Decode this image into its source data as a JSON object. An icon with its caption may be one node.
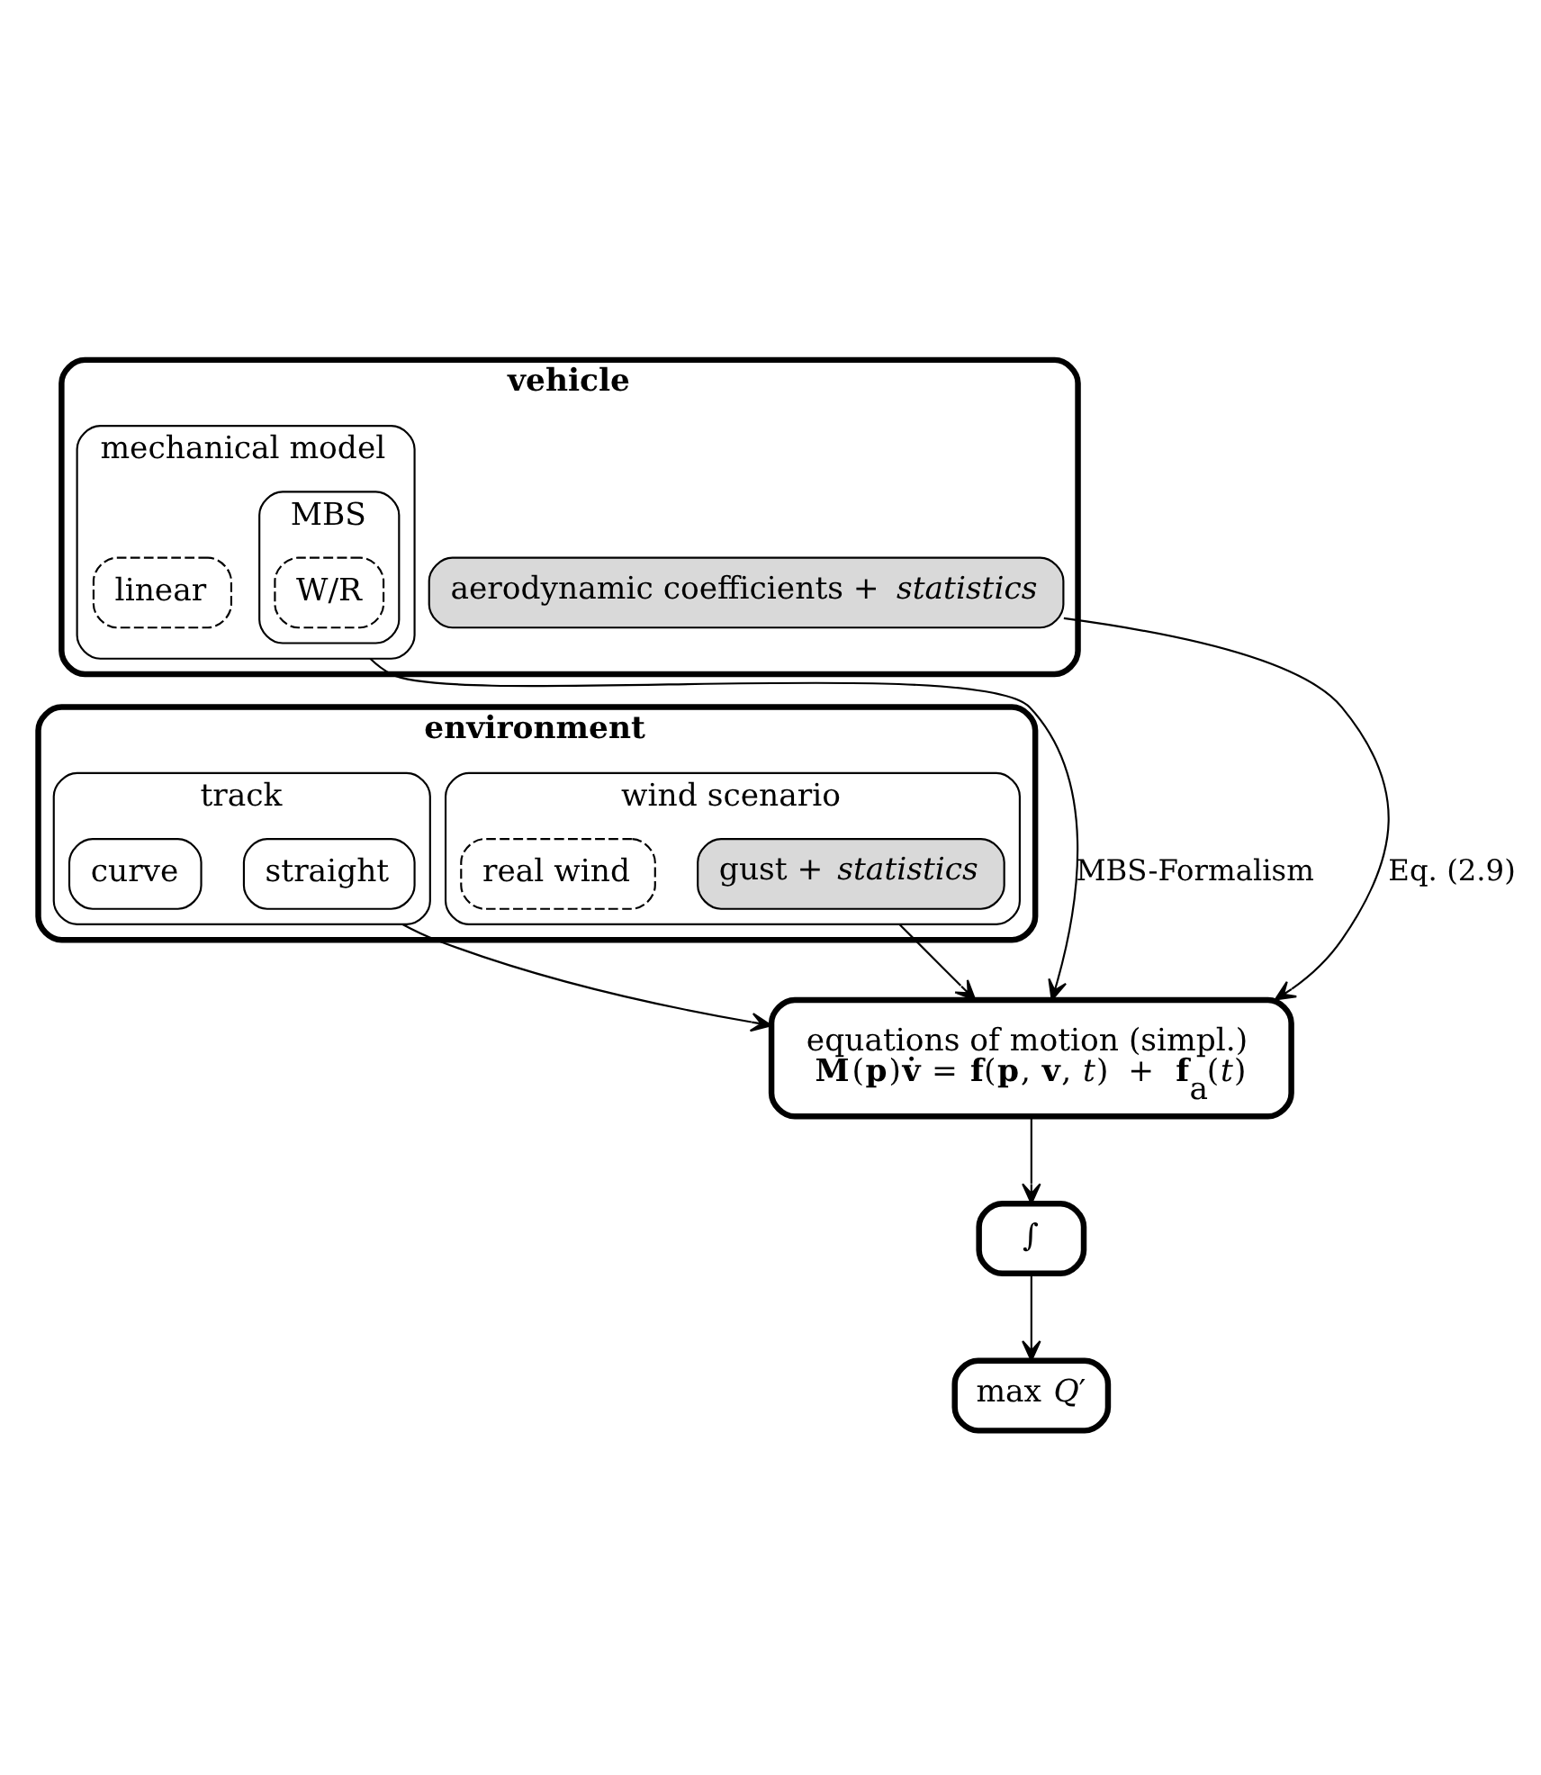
{
  "diagram": {
    "nodes": [
      {
        "text": [
          "vehicle"
        ]
      },
      {
        "text": [
          "mechanical model"
        ],
        "in": 0
      },
      {
        "text": [
          "MBS"
        ],
        "in": 1
      },
      {
        "text": [
          "W/R"
        ],
        "in": 2
      },
      {
        "text": [
          "linear"
        ],
        "in": 1
      },
      {
        "text": [
          "aerodynamic coefficients + *statistics*"
        ],
        "in": 0
      },
      {
        "text": [
          "environment"
        ]
      },
      {
        "text": [
          "track"
        ],
        "in": 6
      },
      {
        "text": [
          "straight"
        ],
        "in": 7
      },
      {
        "text": [
          "curve"
        ],
        "in": 7
      },
      {
        "text": [
          "wind scenario"
        ],
        "in": 6
      },
      {
        "text": [
          "gust + *statistics*"
        ],
        "in": 10
      },
      {
        "text": [
          "real wind"
        ],
        "in": 10
      },
      {
        "text": [
          "equations of motion (simpl.)",
          "**M**(**p**)**v̇** = **f**(**p**, **v**, *t*)  +  **f**$_{a}$(*t*)"
        ]
      },
      {
        "text": [
          "∫"
        ]
      },
      {
        "text": [
          "max *Q*′"
        ]
      }
    ],
    "edges": [
      {
        "from": 1,
        "to": 13,
        "arrow": "to",
        "label": "MBS-Formalism"
      },
      {
        "from": 7,
        "to": 13,
        "arrow": "to"
      },
      {
        "from": 5,
        "to": 13,
        "arrow": "to",
        "label": "Eq. (2.9)"
      },
      {
        "from": 10,
        "to": 13,
        "arrow": "to"
      },
      {
        "from": 13,
        "to": 14,
        "arrow": "to"
      },
      {
        "from": 14,
        "to": 15,
        "arrow": "to"
      }
    ]
  }
}
